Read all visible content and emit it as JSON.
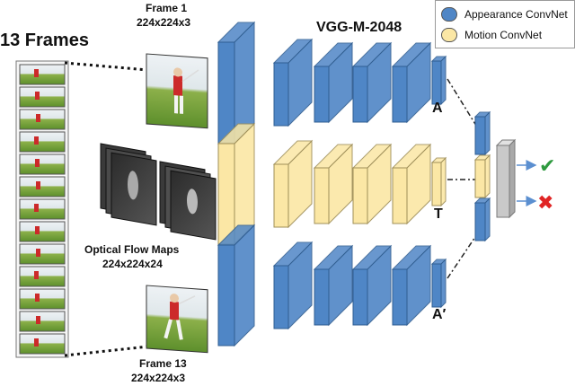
{
  "labels": {
    "frames_count": "13 Frames",
    "frame1_title": "Frame 1",
    "frame1_dims": "224x224x3",
    "frame13_title": "Frame 13",
    "frame13_dims": "224x224x3",
    "flow_title": "Optical Flow Maps",
    "flow_dims": "224x224x24",
    "network_title": "VGG-M-2048",
    "stream_a": "A",
    "stream_t": "T",
    "stream_a_prime": "A′"
  },
  "legend": [
    {
      "label": "Appearance ConvNet",
      "color": "#4f86c6"
    },
    {
      "label": "Motion ConvNet",
      "color": "#fbe7a5"
    }
  ],
  "outputs": {
    "correct": "✔",
    "wrong": "✖"
  },
  "colors": {
    "appearance": "#4f86c6",
    "appearance_edge": "#2f5d91",
    "motion": "#fbe7a5",
    "motion_edge": "#9f8f58",
    "fused": "#c9c9c9",
    "check": "#2e9a3f",
    "cross": "#e02424"
  }
}
